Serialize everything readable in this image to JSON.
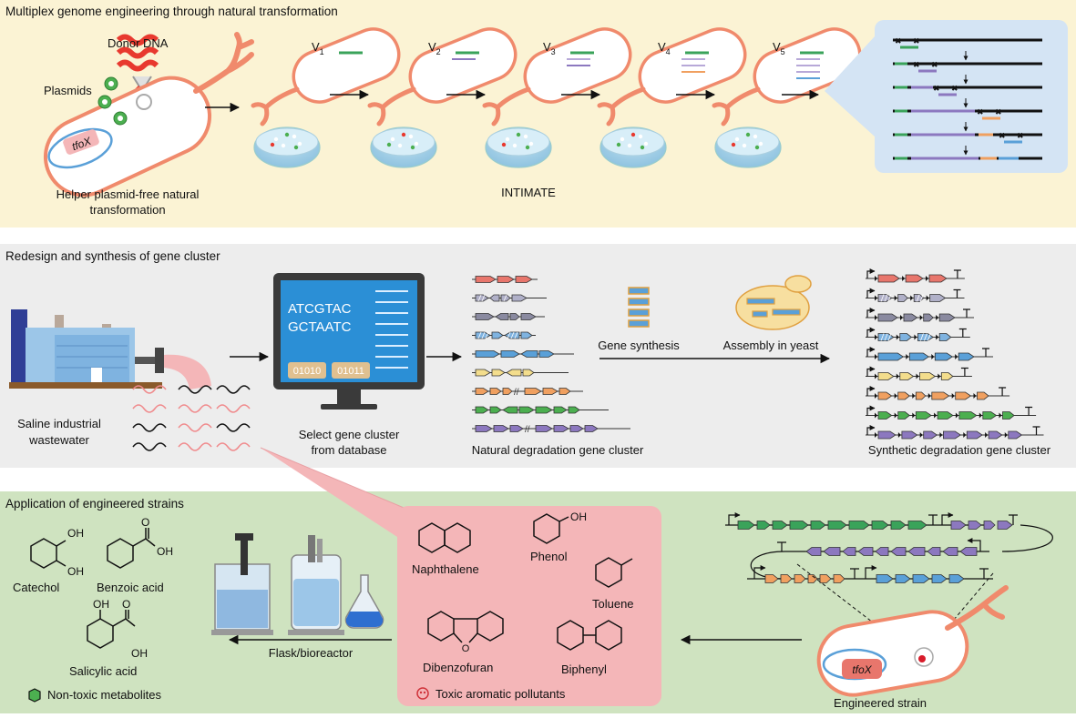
{
  "panel_a": {
    "title": "Multiplex genome engineering through natural transformation",
    "donor_label": "Donor DNA",
    "plasmids_label": "Plasmids",
    "gene_label": "tfoX",
    "caption_line1": "Helper plasmid-free natural",
    "caption_line2": "transformation",
    "method_label": "INTIMATE",
    "version_prefix": "V",
    "versions": [
      "1",
      "2",
      "3",
      "4",
      "5"
    ],
    "ellipsis": "• • •"
  },
  "panel_b": {
    "title": "Redesign and synthesis of gene cluster",
    "wastewater_line1": "Saline industrial",
    "wastewater_line2": "wastewater",
    "screen_seq1": "ATCGTAC",
    "screen_seq2": "GCTAATC",
    "screen_bin1": "01010",
    "screen_bin2": "01011",
    "select_line1": "Select gene cluster",
    "select_line2": "from database",
    "natural_label": "Natural degradation gene cluster",
    "synthesis_label": "Gene synthesis",
    "assembly_label": "Assembly in yeast",
    "synthetic_label": "Synthetic degradation gene cluster"
  },
  "panel_c": {
    "title": "Application of engineered strains",
    "metabolites": {
      "catechol": "Catechol",
      "benzoic": "Benzoic acid",
      "salicylic": "Salicylic acid",
      "oh": "OH",
      "o": "O"
    },
    "legend_metabolites": "Non-toxic metabolites",
    "bioreactor_label": "Flask/bioreactor",
    "pollutants": {
      "naphthalene": "Naphthalene",
      "phenol": "Phenol",
      "toluene": "Toluene",
      "dibenzofuran": "Dibenzofuran",
      "biphenyl": "Biphenyl",
      "oh": "OH",
      "o": "O"
    },
    "legend_pollutants": "Toxic aromatic pollutants",
    "strain_label": "Engineered strain",
    "gene_label": "tfoX"
  },
  "colors": {
    "panel_a_bg": "#fbf3d4",
    "panel_b_bg": "#ededed",
    "panel_c_bg": "#cfe3c0",
    "cell_outline": "#f08a6c",
    "pink": "#f4b6b8",
    "green_gene": "#3aa35a",
    "purple_gene": "#8c78bf",
    "blue_gene": "#5aa0d8",
    "orange_gene": "#f0a060",
    "red_gene": "#e8766c",
    "yellow_gene": "#f3dd8c"
  }
}
